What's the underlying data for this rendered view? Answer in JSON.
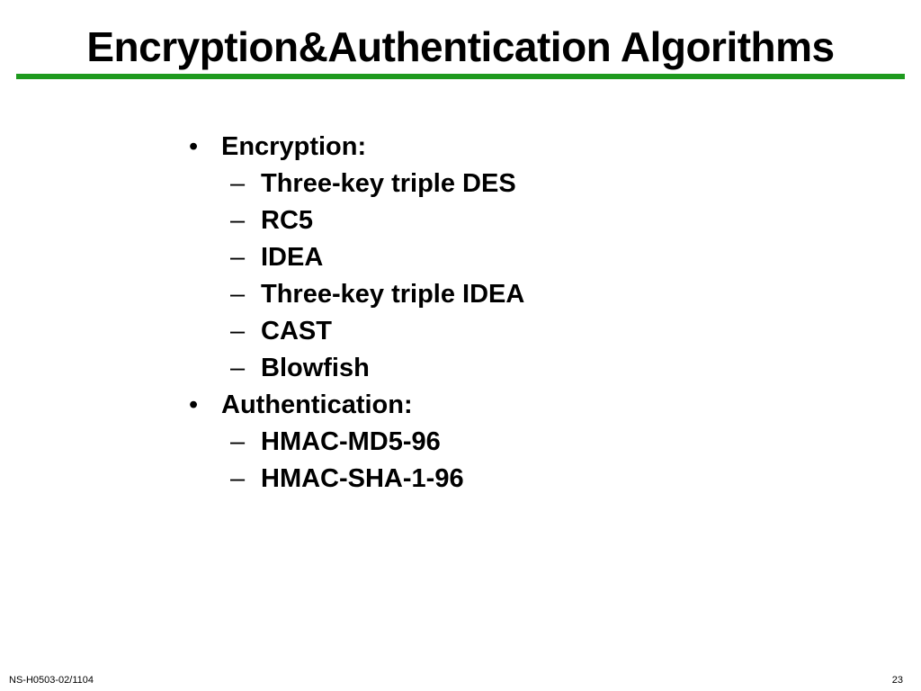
{
  "slide": {
    "title": "Encryption&Authentication Algorithms",
    "accent_color": "#1e9a1e",
    "sections": [
      {
        "bullet": "•",
        "label": "Encryption:",
        "items": [
          "Three-key triple DES",
          "RC5",
          "IDEA",
          "Three-key triple IDEA",
          "CAST",
          "Blowfish"
        ]
      },
      {
        "bullet": "•",
        "label": "Authentication:",
        "items": [
          "HMAC-MD5-96",
          "HMAC-SHA-1-96"
        ]
      }
    ],
    "sub_marker": "–",
    "footer_left": "NS-H0503-02/1104",
    "page_number": "23"
  }
}
